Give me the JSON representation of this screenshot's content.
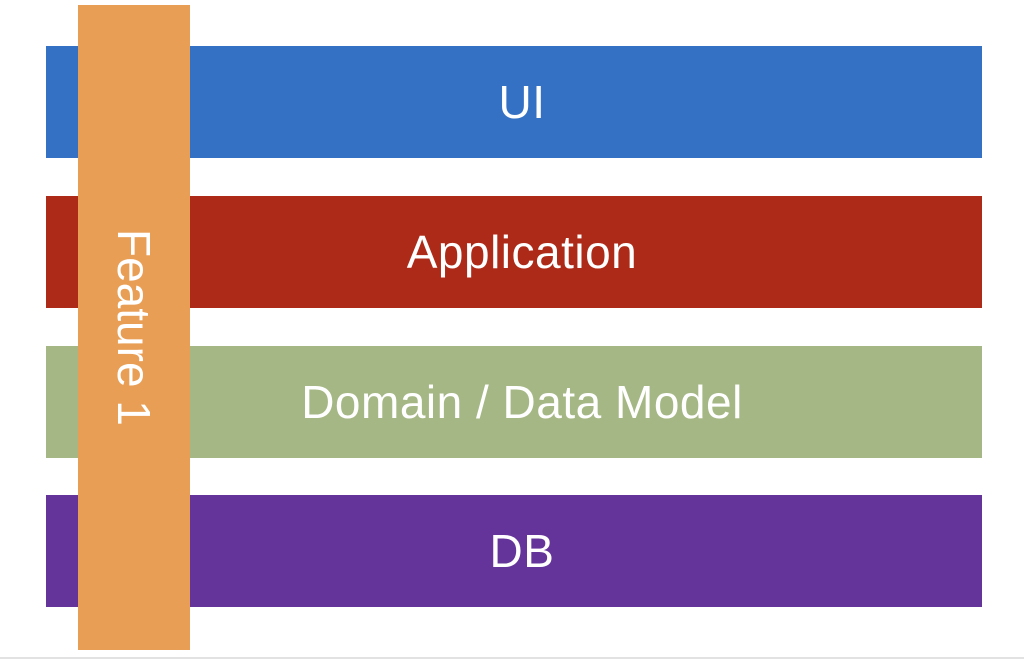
{
  "layers": [
    {
      "label": "UI",
      "color": "#3471C4"
    },
    {
      "label": "Application",
      "color": "#AE2A18"
    },
    {
      "label": "Domain / Data Model",
      "color": "#A5B784"
    },
    {
      "label": "DB",
      "color": "#64349A"
    }
  ],
  "feature": {
    "label": "Feature 1",
    "color": "#E89E55"
  }
}
